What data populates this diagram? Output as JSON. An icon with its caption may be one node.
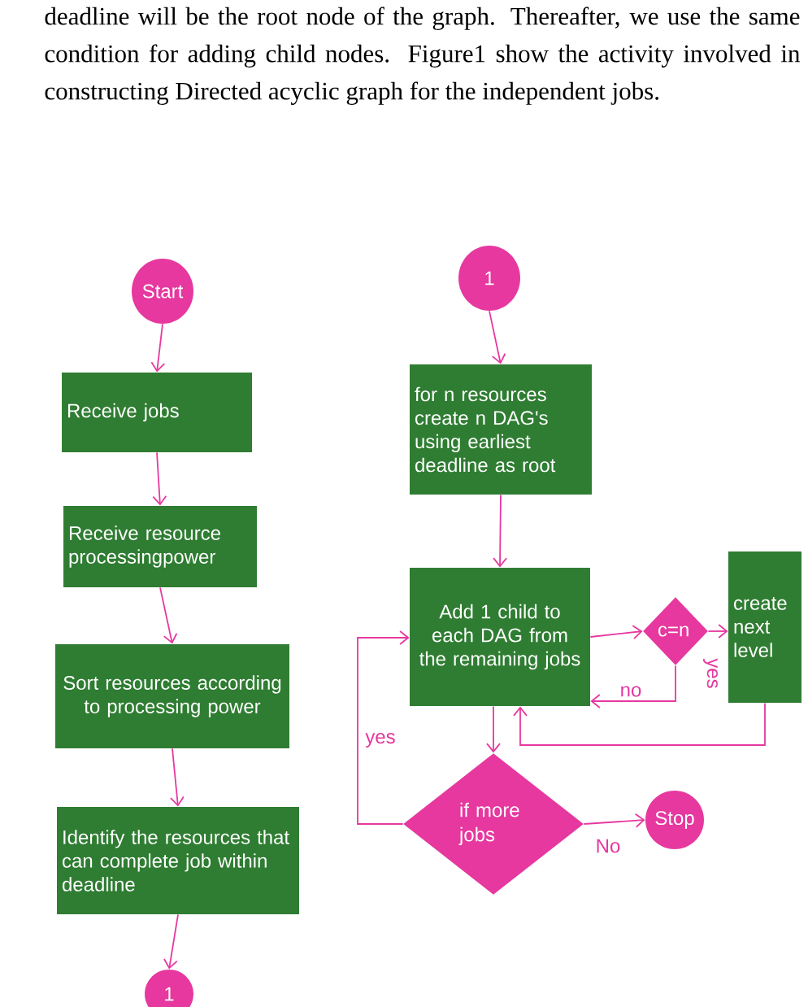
{
  "diagram": {
    "nodes": [
      {
        "text": [
          "Start"
        ]
      },
      {
        "text": [
          "Receive jobs"
        ]
      },
      {
        "text": [
          "Receive resource processingpower"
        ]
      },
      {
        "text": [
          "Sort resources according to processing power"
        ]
      },
      {
        "text": [
          "Identify the resources that can complete job within deadline"
        ]
      },
      {
        "text": [
          "1"
        ]
      },
      {
        "text": [
          "1"
        ]
      },
      {
        "text": [
          "for n resources create n DAG's using earliest deadline as root"
        ]
      },
      {
        "text": [
          "Add 1 child to each DAG from the remaining jobs"
        ]
      },
      {
        "text": [
          "c=n"
        ]
      },
      {
        "text": [
          "create next level"
        ]
      },
      {
        "text": [
          "if more jobs"
        ]
      },
      {
        "text": [
          "Stop"
        ]
      }
    ],
    "edges": [
      {
        "from": 0,
        "to": 1,
        "arrow": "to"
      },
      {
        "from": 1,
        "to": 2,
        "arrow": "to"
      },
      {
        "from": 2,
        "to": 3,
        "arrow": "to"
      },
      {
        "from": 3,
        "to": 4,
        "arrow": "to"
      },
      {
        "from": 4,
        "to": 5,
        "arrow": "to"
      },
      {
        "from": 6,
        "to": 7,
        "arrow": "to"
      },
      {
        "from": 7,
        "to": 8,
        "arrow": "to"
      },
      {
        "from": 8,
        "to": 9,
        "arrow": "to"
      },
      {
        "from": 9,
        "to": 10,
        "arrow": "to",
        "label": "yes"
      },
      {
        "from": 9,
        "to": 8,
        "arrow": "to",
        "label": "no"
      },
      {
        "from": 10,
        "to": 8,
        "arrow": "to"
      },
      {
        "from": 8,
        "to": 11,
        "arrow": "to"
      },
      {
        "from": 11,
        "to": 8,
        "arrow": "to",
        "label": "yes"
      },
      {
        "from": 11,
        "to": 12,
        "arrow": "to",
        "label": "No"
      }
    ],
    "labels": [
      "deadline will be the root node of the graph. Thereafter, we use the same condition for adding child nodes. Figure1 show the activity involved in constructing Directed acyclic graph for the independent jobs."
    ]
  }
}
